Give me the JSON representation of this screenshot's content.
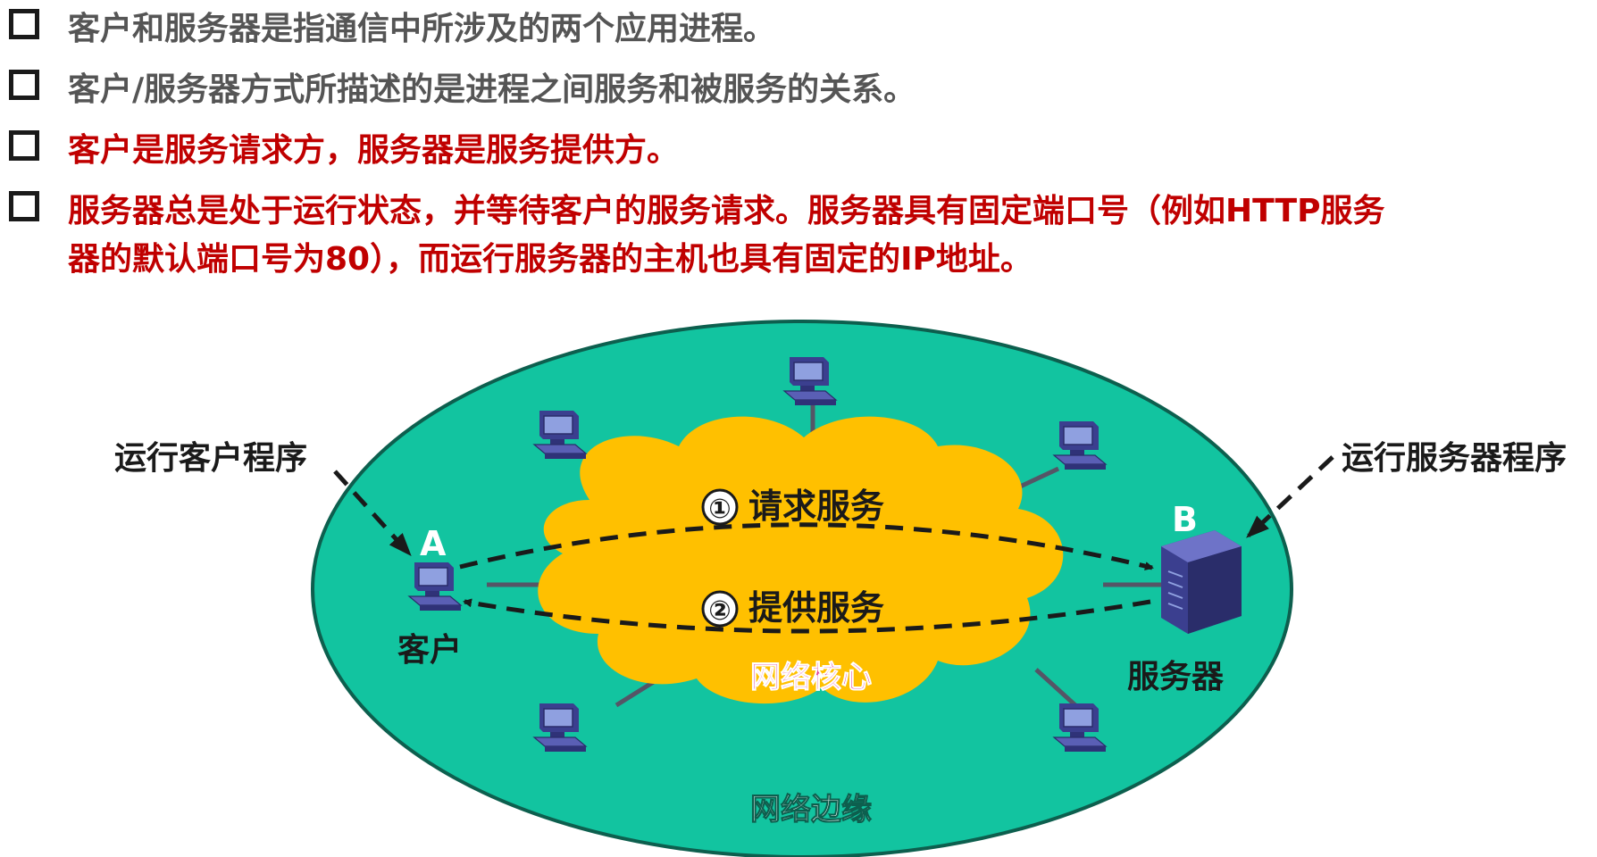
{
  "bullets": [
    {
      "text": "客户和服务器是指通信中所涉及的两个应用进程。",
      "color": "#555555"
    },
    {
      "text": "客户/服务器方式所描述的是进程之间服务和被服务的关系。",
      "color": "#555555"
    },
    {
      "text": "客户是服务请求方，服务器是服务提供方。",
      "color": "#c00000"
    },
    {
      "text_line1": "服务器总是处于运行状态，并等待客户的服务请求。服务器具有固定端口号（例如HTTP服务",
      "text_line2": "器的默认端口号为80），而运行服务器的主机也具有固定的IP地址。",
      "color": "#c00000"
    }
  ],
  "diagram": {
    "client_program_label": "运行客户程序",
    "server_program_label": "运行服务器程序",
    "host_a_letter": "A",
    "host_b_letter": "B",
    "client_label": "客户",
    "server_label": "服务器",
    "request_num": "①",
    "request_label": "请求服务",
    "response_num": "②",
    "response_label": "提供服务",
    "network_core_label": "网络核心",
    "network_edge_label": "网络边缘",
    "colors": {
      "edge_fill": "#12c4a0",
      "core_fill": "#ffc000",
      "core_label": "#e0409a",
      "edge_label": "#ffffff"
    }
  }
}
